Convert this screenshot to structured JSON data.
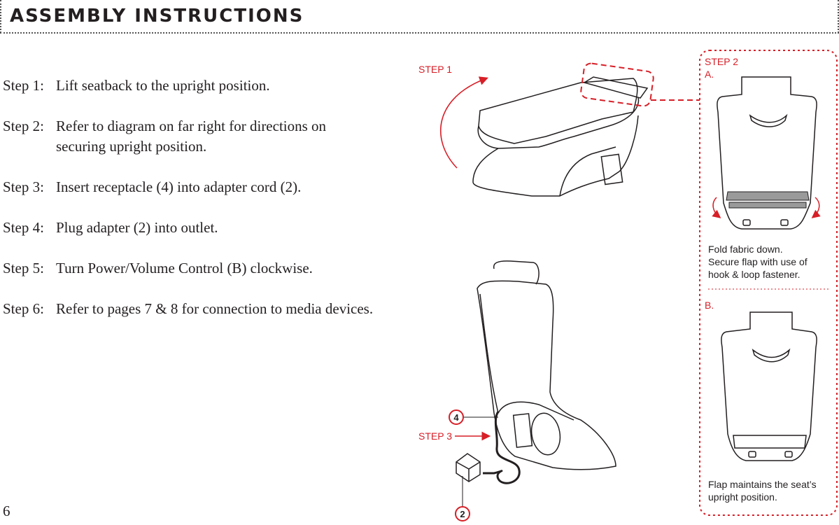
{
  "header": {
    "title": "ASSEMBLY INSTRUCTIONS"
  },
  "steps": [
    {
      "num": "Step 1:",
      "text": "Lift seatback to the upright position."
    },
    {
      "num": "Step 2:",
      "text": "Refer to diagram on far right for directions on securing upright position."
    },
    {
      "num": "Step 3:",
      "text": "Insert receptacle (4) into adapter cord (2)."
    },
    {
      "num": "Step 4:",
      "text": "Plug adapter (2) into outlet."
    },
    {
      "num": "Step 5:",
      "text": "Turn Power/Volume Control (B) clockwise."
    },
    {
      "num": "Step 6:",
      "text": "Refer to pages 7 & 8 for connection to media devices."
    }
  ],
  "page_number": "6",
  "diagram": {
    "step1_label": "STEP 1",
    "step3_label": "STEP 3",
    "badge_4": "4",
    "badge_2": "2",
    "step2_label": "STEP 2",
    "panel_a_label": "A.",
    "panel_a_note_1": "Fold fabric down.",
    "panel_a_note_2": "Secure flap with use of",
    "panel_a_note_3": "hook & loop fastener.",
    "panel_b_label": "B.",
    "panel_b_note_1": "Flap maintains the seat’s",
    "panel_b_note_2": "upright position.",
    "accent_color": "#d71f27"
  }
}
